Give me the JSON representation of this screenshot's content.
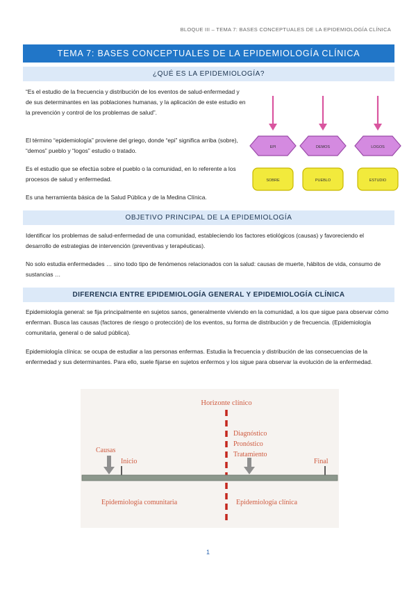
{
  "running_header": "BLOQUE III – TEMA 7: BASES CONCEPTUALES DE LA EPIDEMIOLOGÍA CLÍNICA",
  "title": "TEMA 7: BASES CONCEPTUALES DE LA EPIDEMIOLOGÍA CLÍNICA",
  "section1": {
    "heading": "¿QUÉ ES LA EPIDEMIOLOGÍA?",
    "p1": "“Es el estudio de la frecuencia y distribución de los eventos de salud-enfermedad y de sus determinantes en las poblaciones humanas, y la aplicación de este estudio en la prevención y control de los problemas de salud”.",
    "p2": "El término “epidemiología” proviene del griego, donde “epi” significa arriba (sobre), “demos” pueblo y “logos” estudio o tratado.",
    "p3": "Es el estudio que se efectúa sobre el pueblo o la comunidad, en lo referente a los procesos de salud y enfermedad.",
    "p4": "Es una herramienta básica de la Salud Pública y de la Medina Clínica."
  },
  "etymology": {
    "greek": [
      "EPI",
      "DEMOS",
      "LOGOS"
    ],
    "meaning": [
      "SOBRE",
      "PUEBLO",
      "ESTUDIO"
    ],
    "colors": {
      "arrow": "#d9559f",
      "hexagon": "#d48ae0",
      "hexagon_stroke": "#9a4aa8",
      "rect": "#f2ea3c",
      "rect_stroke": "#c8b800"
    }
  },
  "section2": {
    "heading": "OBJETIVO PRINCIPAL DE LA EPIDEMIOLOGÍA",
    "p1": "Identificar los problemas de salud-enfermedad de una comunidad, estableciendo los factores etiológicos (causas) y favoreciendo el desarrollo de estrategias de intervención (preventivas y terapéuticas).",
    "p2": "No solo estudia enfermedades … sino todo tipo de fenómenos relacionados con la salud: causas de muerte, hábitos de vida, consumo de sustancias …"
  },
  "section3": {
    "heading": "DIFERENCIA ENTRE EPIDEMIOLOGÍA GENERAL Y EPIDEMIOLOGÍA CLÍNICA",
    "p1": "Epidemiología general: se fija principalmente en sujetos sanos, generalmente viviendo en la comunidad, a los que sigue para observar cómo enferman. Busca las causas (factores de riesgo o protección) de los eventos, su forma de distribución y de frecuencia. (Epidemiología comunitaria, general o de salud pública).",
    "p2": "Epidemiología clínica: se ocupa de estudiar a las personas enfermas. Estudia la frecuencia y distribución de las consecuencias de la enfermedad y sus determinantes. Para ello, suele fijarse en sujetos enfermos y los sigue para observar la evolución de la enfermedad."
  },
  "timeline": {
    "horizonte": "Horizonte clínico",
    "causas": "Causas",
    "inicio": "Inicio",
    "diagnostico": "Diagnóstico",
    "pronostico": "Pronóstico",
    "tratamiento": "Tratamiento",
    "final": "Final",
    "comunitaria": "Epidemiología comunitaria",
    "clinica": "Epidemiología clínica",
    "colors": {
      "label": "#cf5a3f",
      "bar": "#8c978c",
      "dash": "#c4271e",
      "arrow": "#8f8f8f",
      "bg": "#f6f3f0"
    }
  },
  "page_number": "1"
}
